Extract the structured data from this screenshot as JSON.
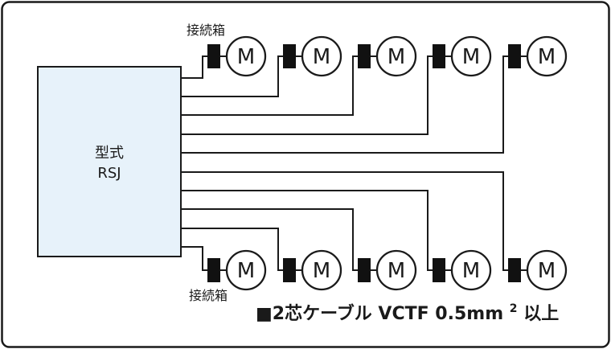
{
  "controller": {
    "line1": "型式",
    "line2": "RSJ"
  },
  "junction_labels": {
    "top": "接続箱",
    "bottom": "接続箱"
  },
  "motor_label": "M",
  "cable_note": {
    "prefix": "■2芯ケーブル VCTF 0.5mm",
    "superscript": "2",
    "suffix": "以上"
  },
  "counts": {
    "top_motors": 5,
    "bottom_motors": 5,
    "junction_boxes": 10
  },
  "colors": {
    "controller_fill": "#e7f2fa",
    "line": "#1a1a1a",
    "junction_box": "#111111",
    "background": "#ffffff"
  }
}
